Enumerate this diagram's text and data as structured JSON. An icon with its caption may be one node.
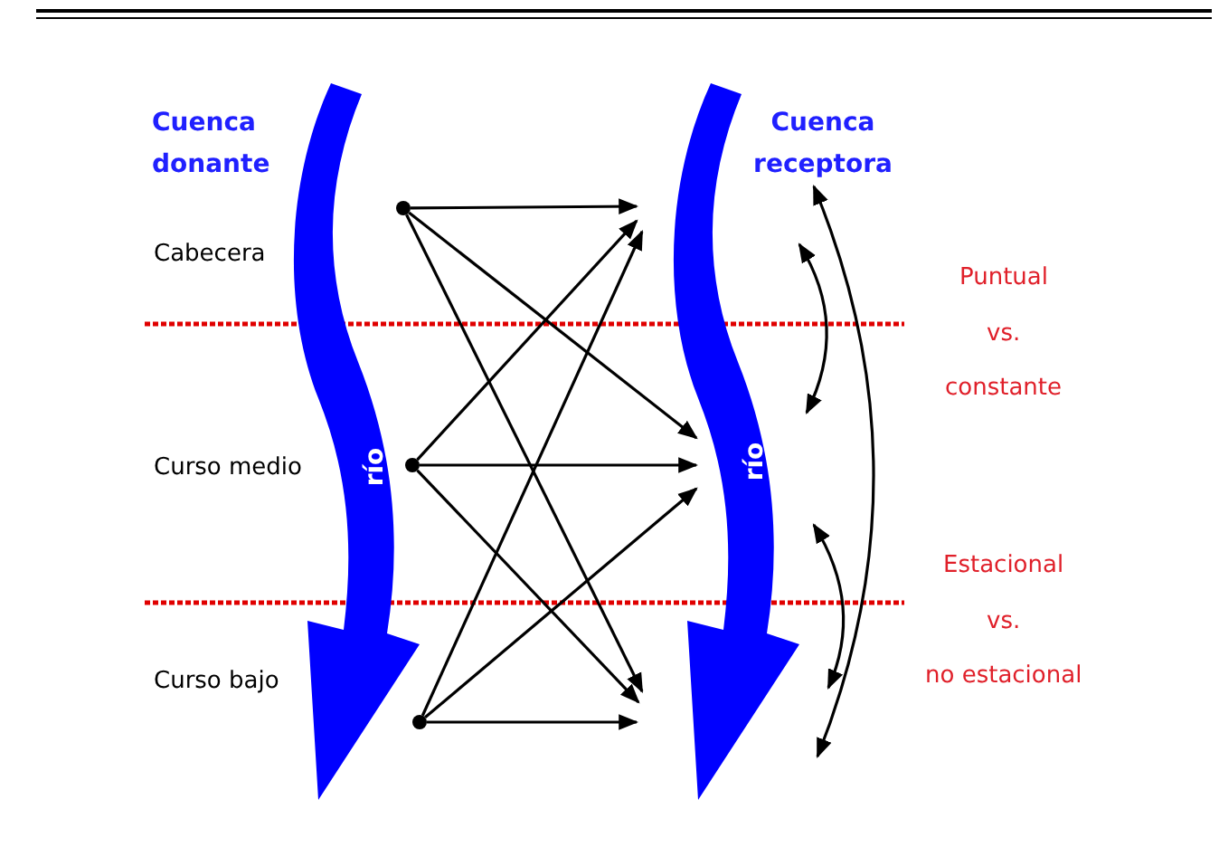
{
  "diagram": {
    "nodes": [
      {
        "text": [
          "río"
        ]
      },
      {
        "text": [
          "río"
        ]
      },
      {
        "text": [],
        "shape": "circle"
      },
      {
        "text": [],
        "shape": "circle"
      },
      {
        "text": [],
        "shape": "circle"
      }
    ],
    "edges": [
      {
        "from": 2,
        "to": 1,
        "arrow": "to"
      },
      {
        "from": 2,
        "to": 1,
        "arrow": "to"
      },
      {
        "from": 2,
        "to": 1,
        "arrow": "to"
      },
      {
        "from": 3,
        "to": 1,
        "arrow": "to"
      },
      {
        "from": 3,
        "to": 1,
        "arrow": "to"
      },
      {
        "from": 3,
        "to": 1,
        "arrow": "to"
      },
      {
        "from": 4,
        "to": 1,
        "arrow": "to"
      },
      {
        "from": 4,
        "to": 1,
        "arrow": "to"
      },
      {
        "from": 4,
        "to": 1,
        "arrow": "to"
      }
    ],
    "labels": [
      "Cuenca donante",
      "Cuenca receptora",
      "Cabecera",
      "Puntual",
      "vs.",
      "constante",
      "Curso medio",
      "Estacional",
      "vs.",
      "no estacional",
      "Curso bajo"
    ]
  }
}
